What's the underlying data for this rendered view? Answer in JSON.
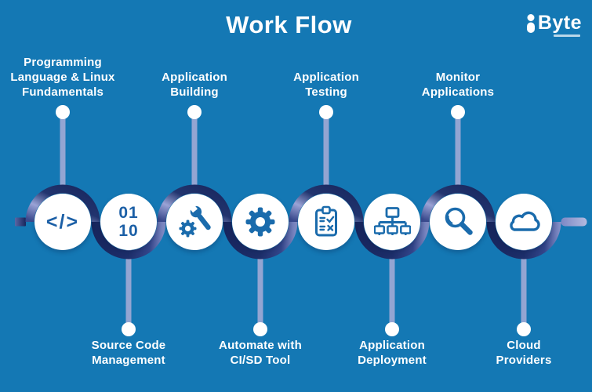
{
  "header": {
    "title": "Work Flow",
    "logo": {
      "brand": "Byte",
      "icon": "person-icon"
    }
  },
  "workflow": {
    "items": [
      {
        "label": "Programming\nLanguage & Linux\nFundamentals",
        "position": "top",
        "icon": "code-icon",
        "glyph": "</>"
      },
      {
        "label": "Source Code\nManagement",
        "position": "bottom",
        "icon": "binary-icon",
        "glyph": "01\n10"
      },
      {
        "label": "Application\nBuilding",
        "position": "top",
        "icon": "wrench-gear-icon"
      },
      {
        "label": "Automate with\nCI/SD Tool",
        "position": "bottom",
        "icon": "gear-icon"
      },
      {
        "label": "Application\nTesting",
        "position": "top",
        "icon": "checklist-icon"
      },
      {
        "label": "Application\nDeployment",
        "position": "bottom",
        "icon": "network-icon"
      },
      {
        "label": "Monitor\nApplications",
        "position": "top",
        "icon": "magnifier-icon"
      },
      {
        "label": "Cloud\nProviders",
        "position": "bottom",
        "icon": "cloud-icon"
      }
    ]
  },
  "colors": {
    "background": "#1478b4",
    "ribbon_dark": "#17255c",
    "ribbon_light": "#98a1d4",
    "icon_blue": "#1a6bac",
    "connector": "#93a5d2",
    "text": "#ffffff"
  }
}
